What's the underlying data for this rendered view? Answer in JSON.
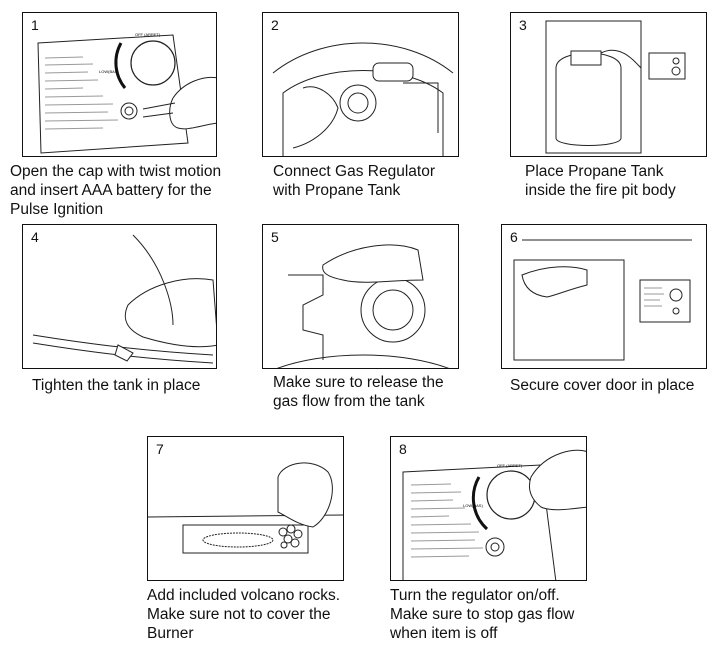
{
  "steps": [
    {
      "number": "1",
      "caption": "Open the cap with twist motion\nand insert AAA battery for the\nPulse Ignition",
      "labels": {
        "off": "OFF (ARRET)",
        "low": "LOW(BAS)"
      }
    },
    {
      "number": "2",
      "caption": "Connect Gas Regulator\nwith Propane Tank"
    },
    {
      "number": "3",
      "caption": "Place Propane Tank\ninside the fire pit body"
    },
    {
      "number": "4",
      "caption": "Tighten the tank in place"
    },
    {
      "number": "5",
      "caption": "Make sure to release the\ngas flow from the tank"
    },
    {
      "number": "6",
      "caption": "Secure cover door in place"
    },
    {
      "number": "7",
      "caption": "Add included volcano rocks.\nMake sure not to  cover the\nBurner"
    },
    {
      "number": "8",
      "caption": "Turn the regulator on/off.\nMake sure to stop gas flow\nwhen item is off",
      "labels": {
        "off": "OFF (ARRET)",
        "low": "LOW(BAS)"
      }
    }
  ]
}
